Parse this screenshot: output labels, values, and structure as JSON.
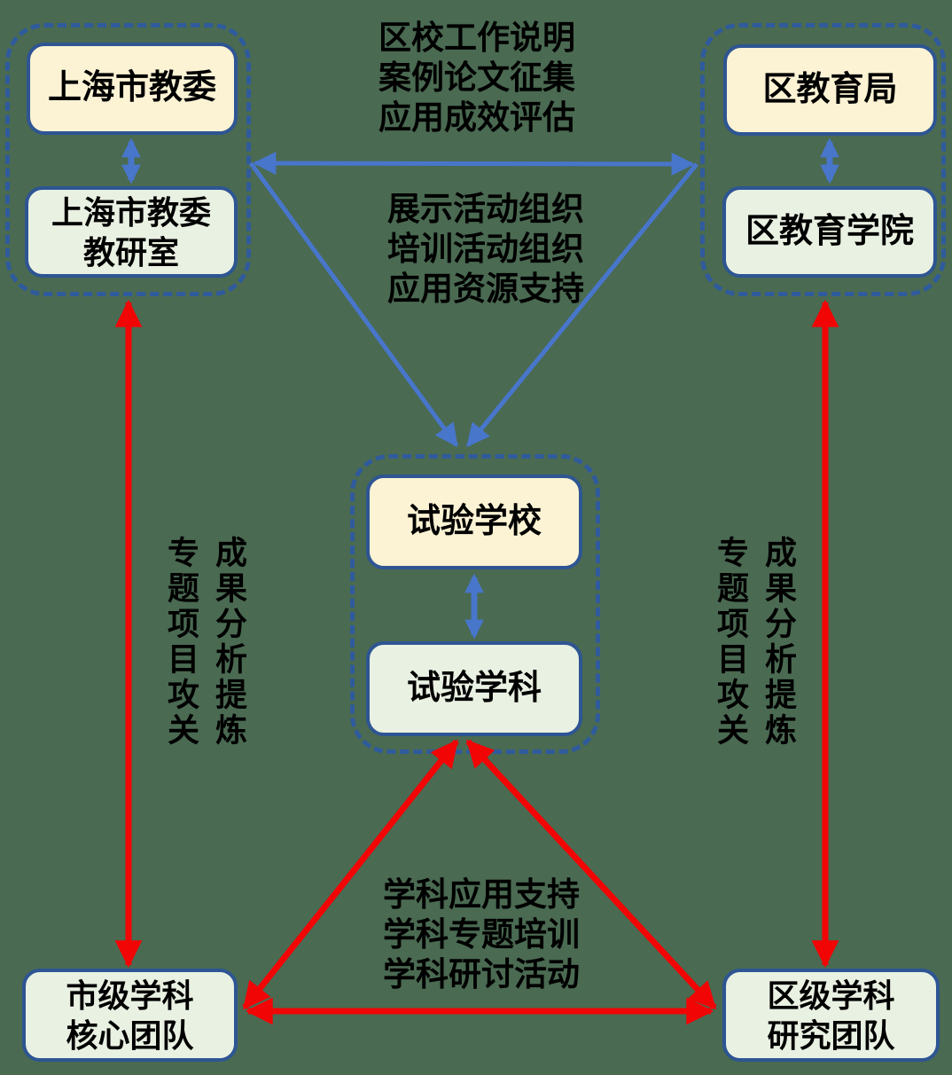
{
  "nodes": {
    "municipal_top": "上海市教委",
    "municipal_bottom": "上海市教委\n教研室",
    "district_top": "区教育局",
    "district_bottom": "区教育学院",
    "experiment_top": "试验学校",
    "experiment_bottom": "试验学科",
    "city_team": "市级学科\n核心团队",
    "district_team": "区级学科\n研究团队"
  },
  "annotations": {
    "top_center": "区校工作说明\n案例论文征集\n应用成效评估",
    "mid_center": "展示活动组织\n培训活动组织\n应用资源支持",
    "bottom_center": "学科应用支持\n学科专题培训\n学科研讨活动",
    "left_side": "成果分析提炼\n专题项目攻关",
    "right_side": "成果分析提炼\n专题项目攻关"
  },
  "colors": {
    "background": "#4A6A52",
    "blue_arrow": "#4876CB",
    "red_arrow": "#F20505",
    "cluster_border": "#2F5B9D",
    "node_border": "#2E5593",
    "yellow_fill": "#FCF3D4",
    "green_fill": "#E9F1E2",
    "text": "#000000"
  }
}
